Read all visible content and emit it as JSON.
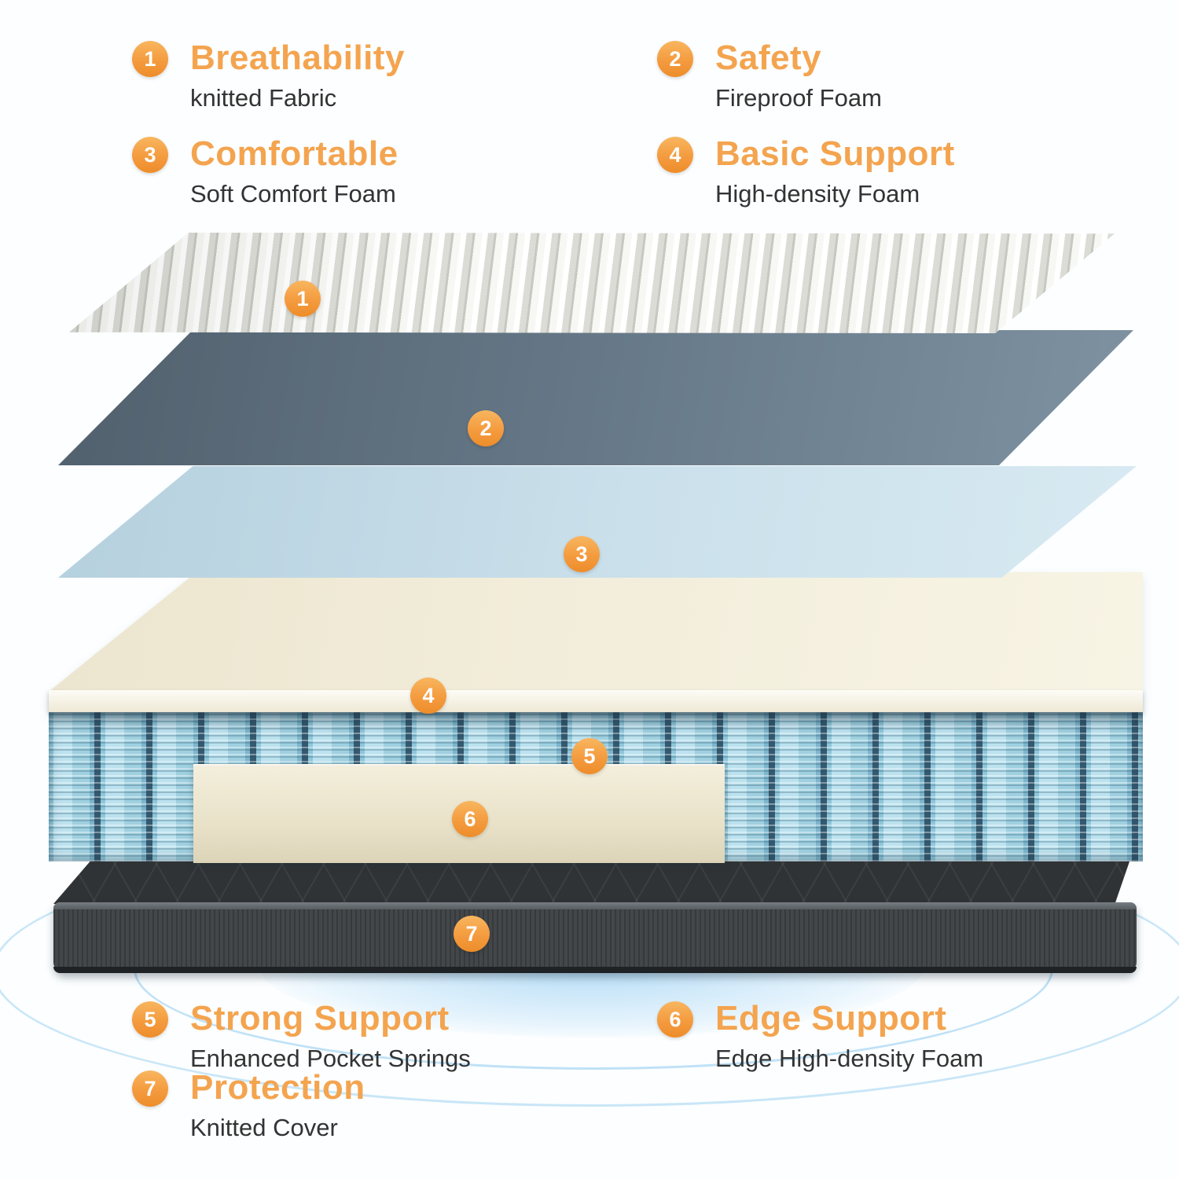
{
  "colors": {
    "background": "#FCFEFF",
    "accent_orange": "#F49B3F",
    "title_orange": "#F4A44F",
    "text_dark": "#333333",
    "spring_blue": "#9FD0E0",
    "foam_cream": "#F2EDDA",
    "sheet_slate": "#647685",
    "sheet_lightblue": "#C9DFEA",
    "base_dark": "#303335"
  },
  "features": [
    {
      "num": "1",
      "title": "Breathability",
      "subtitle": "knitted Fabric"
    },
    {
      "num": "2",
      "title": "Safety",
      "subtitle": "Fireproof Foam"
    },
    {
      "num": "3",
      "title": "Comfortable",
      "subtitle": "Soft Comfort Foam"
    },
    {
      "num": "4",
      "title": "Basic Support",
      "subtitle": "High-density Foam"
    },
    {
      "num": "5",
      "title": "Strong Support",
      "subtitle": "Enhanced Pocket Springs"
    },
    {
      "num": "6",
      "title": "Edge Support",
      "subtitle": "Edge High-density Foam"
    },
    {
      "num": "7",
      "title": "Protection",
      "subtitle": "Knitted Cover"
    }
  ],
  "layers": [
    {
      "name": "knitted-fabric-sheet"
    },
    {
      "name": "fireproof-foam-sheet"
    },
    {
      "name": "soft-comfort-foam-sheet"
    },
    {
      "name": "high-density-foam-slab"
    },
    {
      "name": "pocket-springs"
    },
    {
      "name": "edge-support-foam-panel"
    },
    {
      "name": "knitted-cover-base"
    }
  ]
}
